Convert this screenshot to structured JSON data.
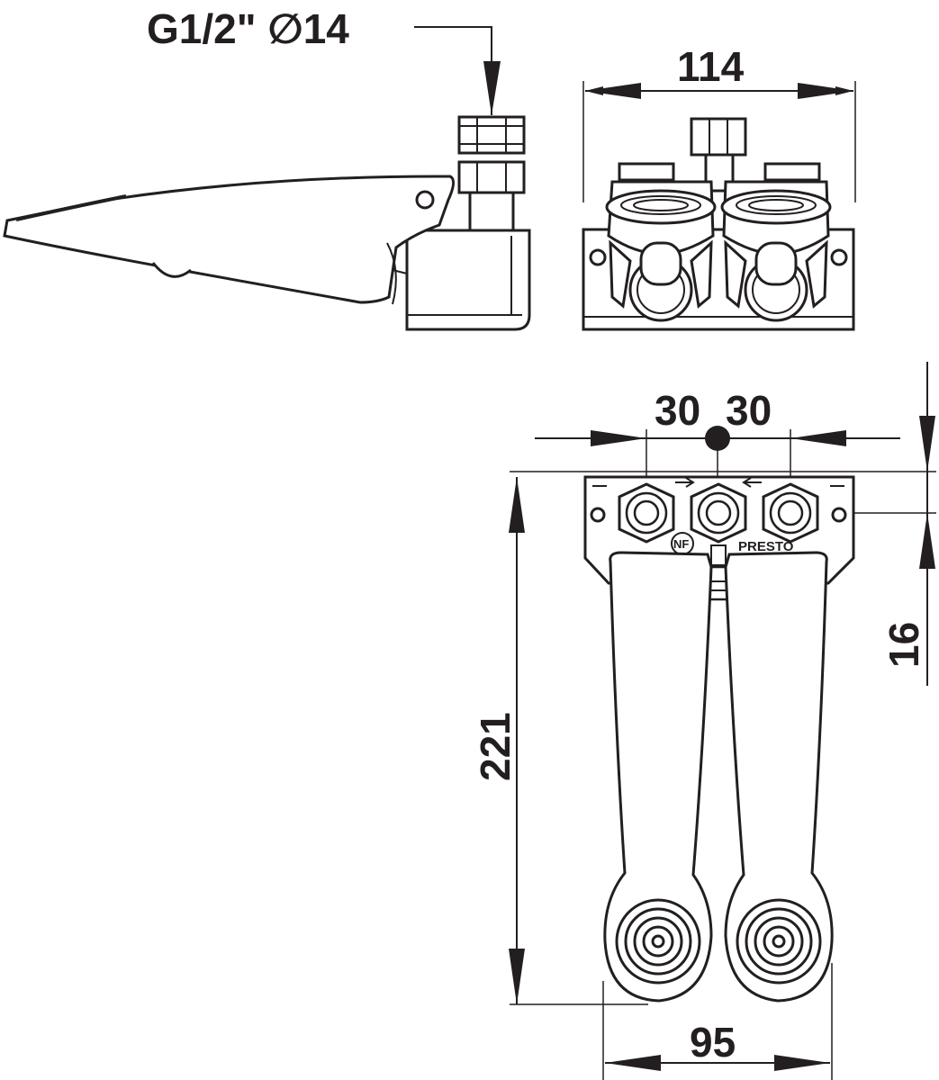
{
  "dimensions": {
    "connection": "G1/2\" ∅14",
    "width_top": "114",
    "spacing_left": "30",
    "spacing_right": "30",
    "offset": "16",
    "length": "221",
    "width_bottom": "95"
  },
  "markings": {
    "nf_logo": "NF",
    "brand": "PRESTO"
  },
  "colors": {
    "line": "#231f20",
    "background": "#ffffff"
  }
}
